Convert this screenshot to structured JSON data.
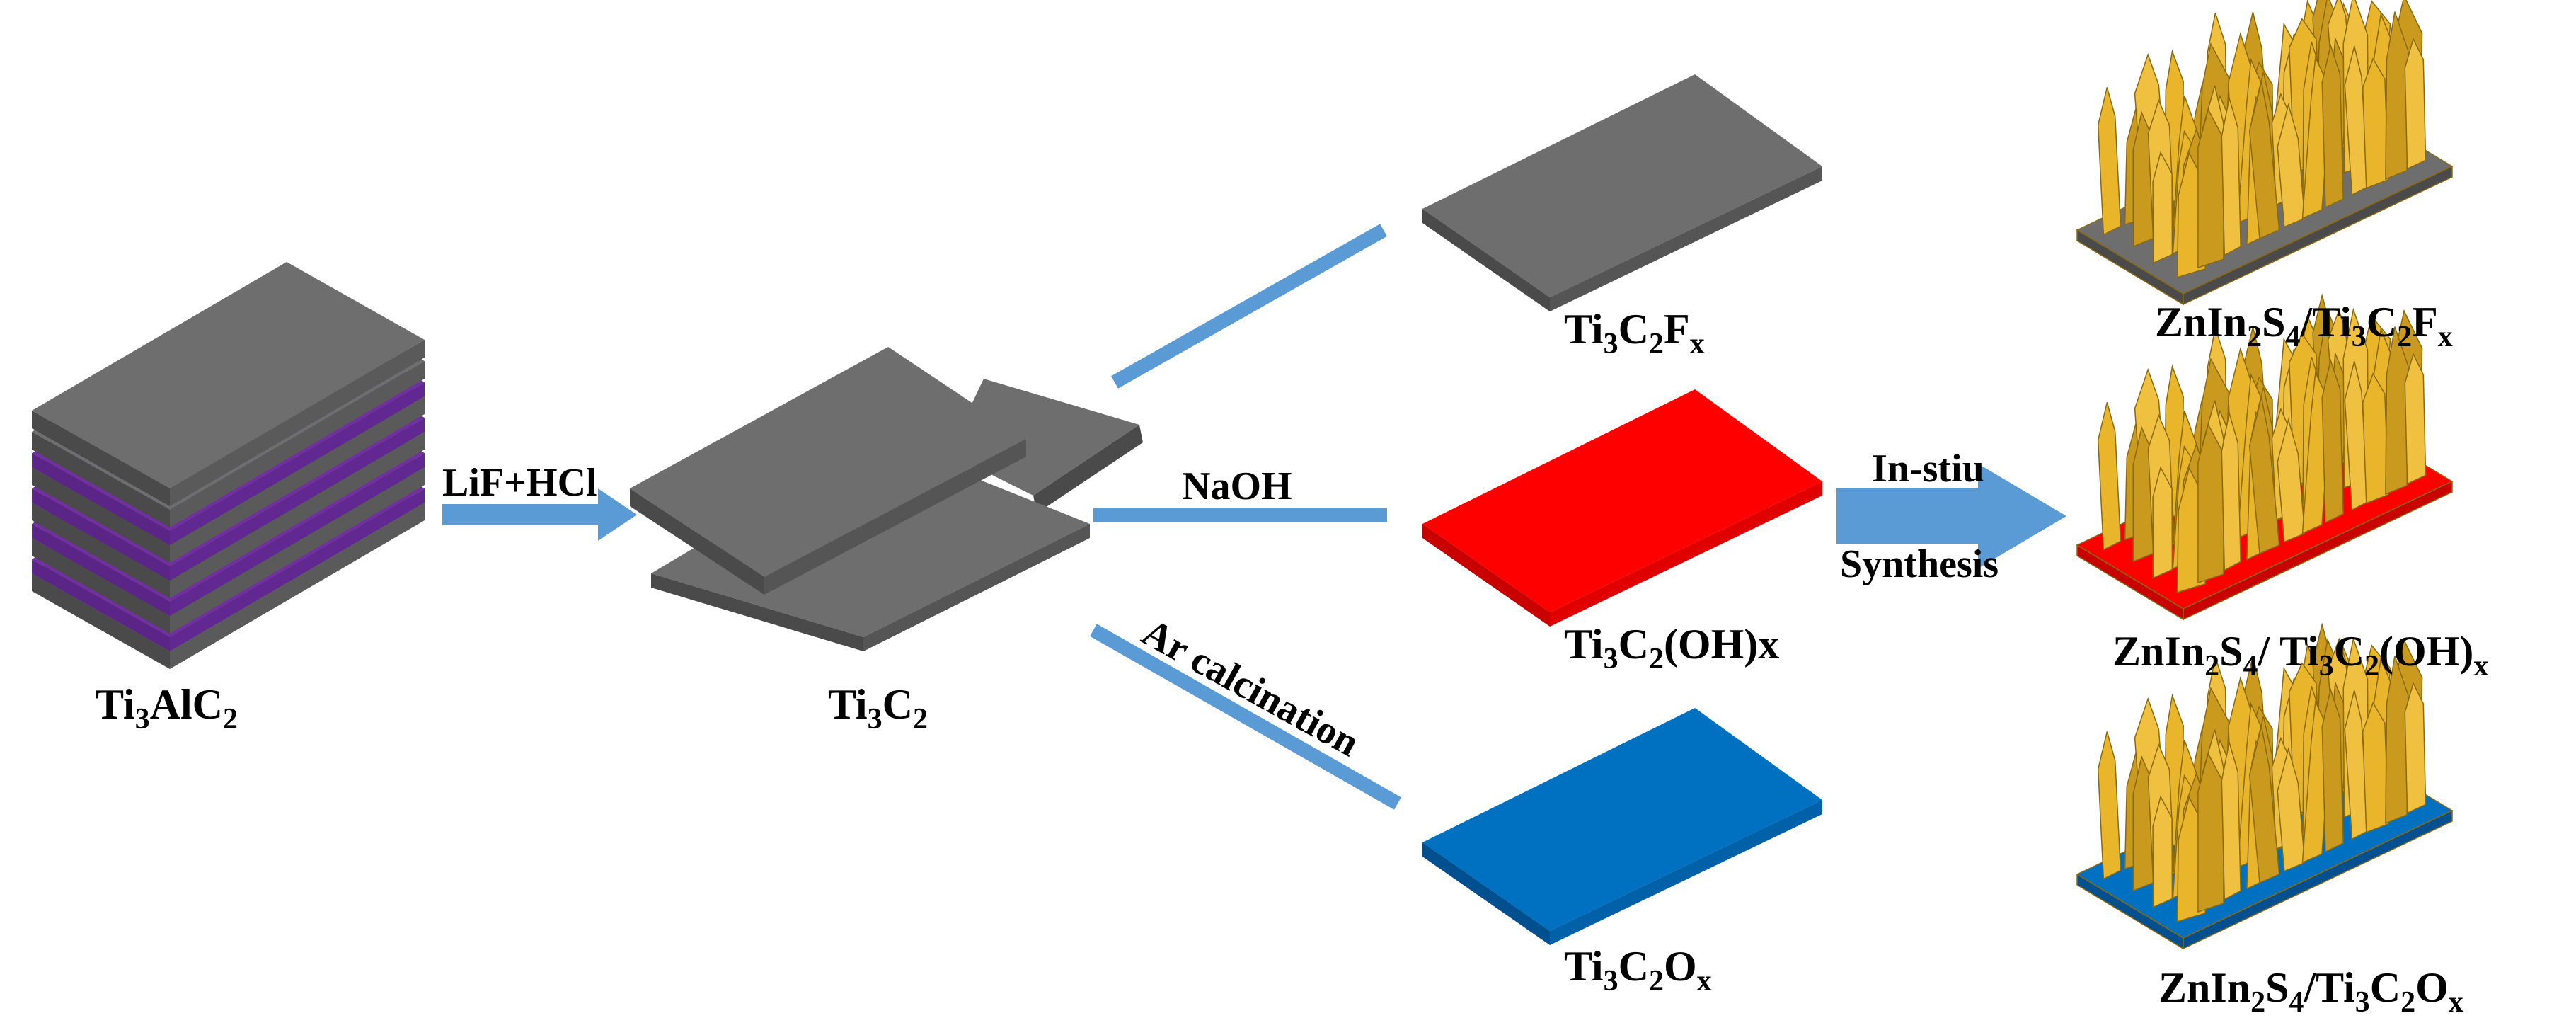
{
  "colors": {
    "ti_sheet_top": "#6e6e6e",
    "ti_sheet_side": "#4a4a4a",
    "al_layer": "#7030a0",
    "arrow": "#5b9bd5",
    "oh_sheet": "#ff0000",
    "o_sheet": "#0070c0",
    "znins": "#d4a52a"
  },
  "icons": [
    "max-phase-stack-icon",
    "exfoliated-sheets-icon",
    "flake-array-icon"
  ],
  "labels": {
    "ti3alc2": {
      "main": "Ti",
      "s1": "3",
      "m2": "AlC",
      "s2": "2"
    },
    "ti3c2": {
      "main": "Ti",
      "s1": "3",
      "m2": "C",
      "s2": "2"
    },
    "ti3c2fx": {
      "main": "Ti",
      "s1": "3",
      "m2": "C",
      "s2": "2",
      "m3": "F",
      "s3": "x"
    },
    "ti3c2ohx": {
      "main": "Ti",
      "s1": "3",
      "m2": "C",
      "s2": "2",
      "m3": "(OH)x"
    },
    "ti3c2ox": {
      "main": "Ti",
      "s1": "3",
      "m2": "C",
      "s2": "2",
      "m3": "O",
      "s3": "x"
    },
    "zn_fx": {
      "a": "ZnIn",
      "s1": "2",
      "b": "S",
      "s2": "4",
      "c": "/Ti",
      "s3": "3",
      "d": "C",
      "s4": "2",
      "e": "F",
      "s5": "x"
    },
    "zn_ohx": {
      "a": "ZnIn",
      "s1": "2",
      "b": "S",
      "s2": "4",
      "c": "/ Ti",
      "s3": "3",
      "d": "C",
      "s4": "2",
      "e": "(OH)",
      "s5": "x"
    },
    "zn_ox": {
      "a": "ZnIn",
      "s1": "2",
      "b": "S",
      "s2": "4",
      "c": "/Ti",
      "s3": "3",
      "d": "C",
      "s4": "2",
      "e": "O",
      "s5": "x"
    }
  },
  "reactions": {
    "etching": "LiF+HCl",
    "naoh": "NaOH",
    "ar": "Ar calcination",
    "insitu_line1": "In-stiu",
    "insitu_line2": "Synthesis"
  }
}
